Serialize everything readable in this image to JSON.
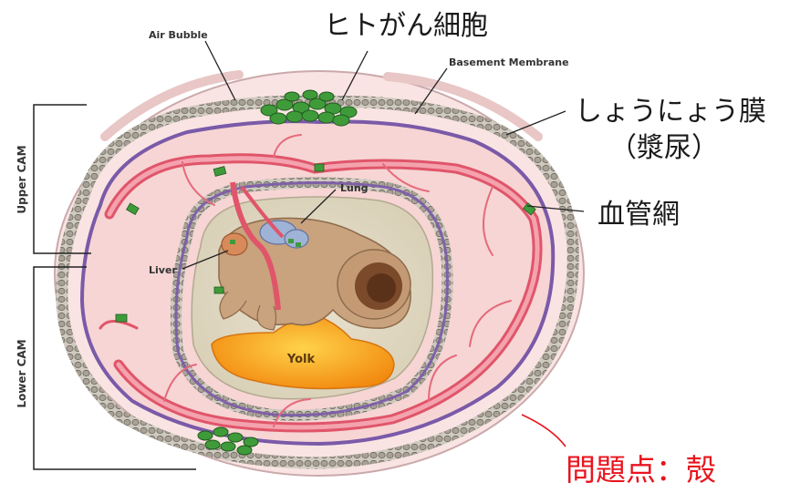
{
  "labels": {
    "air_bubble": "Air Bubble",
    "basement_membrane": "Basement Membrane",
    "human_cancer_cells": "ヒトがん細胞",
    "cam_membrane_line1": "しょうにょう膜",
    "cam_membrane_line2": "（漿尿）",
    "vascular_network": "血管網",
    "problem_shell": "問題点：殻",
    "upper_cam": "Upper CAM",
    "lower_cam": "Lower CAM",
    "lung": "Lung",
    "liver": "Liver",
    "yolk": "Yolk"
  },
  "colors": {
    "egg_fill": "#f7dedc",
    "epithelium": "#8d8a82",
    "basement_membrane": "#7a5aa8",
    "vessel": "#e0556a",
    "vessel_light": "#f4a3ae",
    "cancer_cells": "#3f9b3a",
    "embryo": "#c9a27e",
    "yolk": "#f7a21a",
    "problem_text": "#e8141e",
    "shell_outline": "#c8aeb0"
  }
}
